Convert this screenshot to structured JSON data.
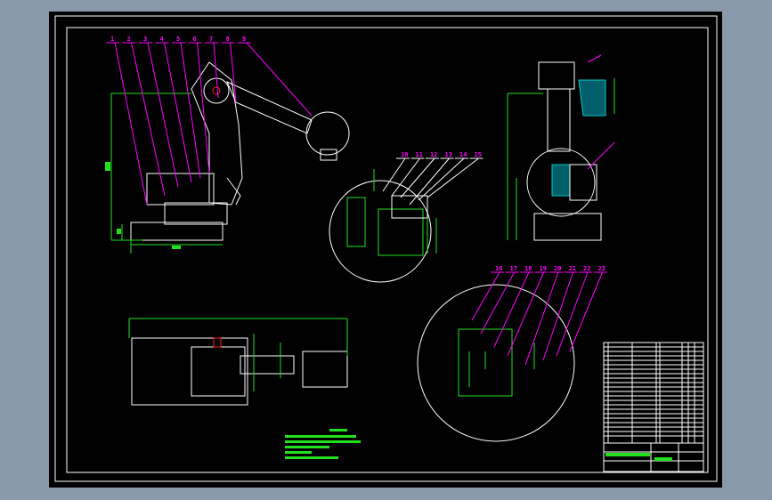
{
  "drawing": {
    "background_color": "#000000",
    "window_color": "#8a98ab",
    "line_colors": {
      "outline": "#ffffff",
      "dimension": "#22e01e",
      "leader": "#ff00ff",
      "section": "#00c8c8"
    }
  },
  "balloons_main_view": [
    "1",
    "2",
    "3",
    "4",
    "5",
    "6",
    "7",
    "8",
    "9"
  ],
  "balloons_detail_a": [
    "10",
    "11",
    "12",
    "13",
    "14",
    "15"
  ],
  "balloons_detail_b": [
    "16",
    "17",
    "18",
    "19",
    "20",
    "21",
    "22",
    "23"
  ]
}
